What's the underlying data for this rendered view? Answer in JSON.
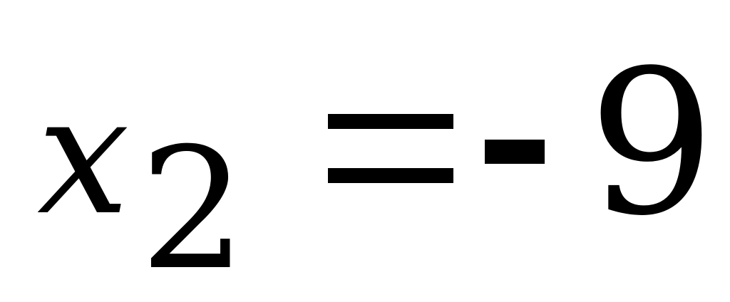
{
  "equation": {
    "variable": "x",
    "subscript": "2",
    "relation": "=",
    "sign": "-",
    "value": "9"
  }
}
